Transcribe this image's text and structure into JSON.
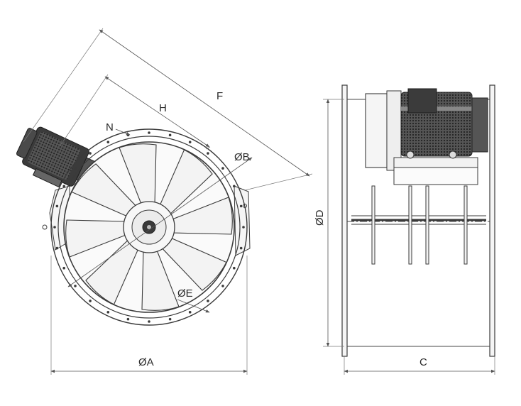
{
  "labels": {
    "F": "F",
    "H": "H",
    "N": "N",
    "OB": "ØB",
    "OE": "ØE",
    "OA": "ØA",
    "OD": "ØD",
    "C": "C"
  },
  "colors": {
    "line": "#3a3a3a",
    "dimension": "#555555",
    "fill_light": "#f3f3f3",
    "motor_dark": "#2d2d2d"
  },
  "front_view": {
    "blade_count": 8
  },
  "side_view": {
    "damper_blades": 4
  }
}
